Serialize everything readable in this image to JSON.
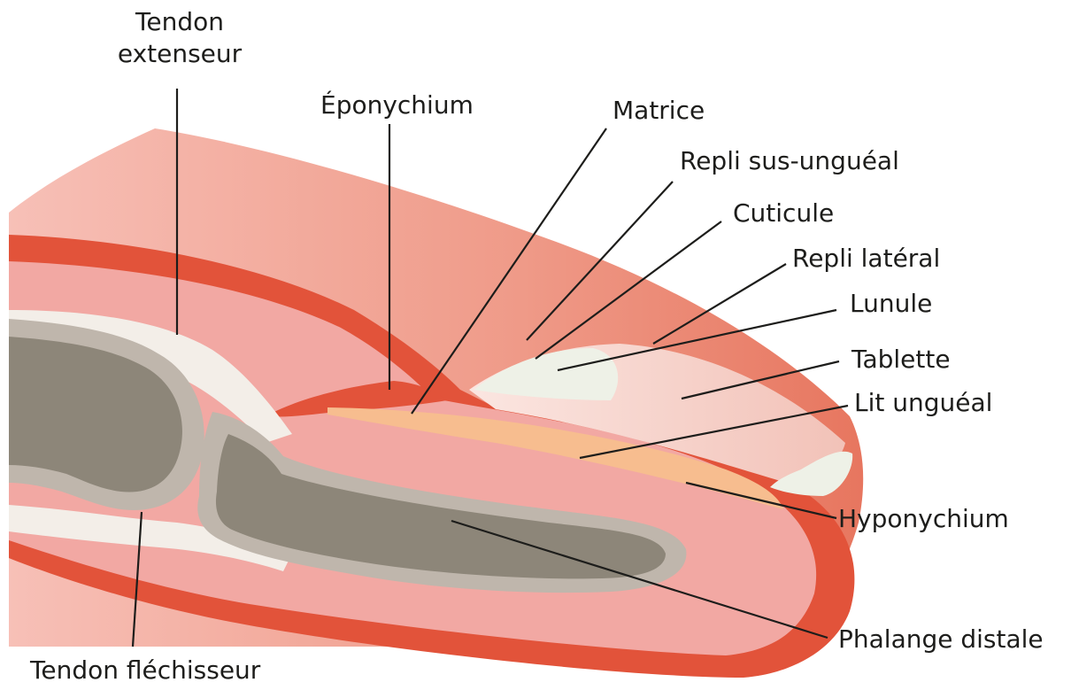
{
  "labels": {
    "tendon_extenseur_1": "Tendon",
    "tendon_extenseur_2": "extenseur",
    "eponychium": "Éponychium",
    "matrice": "Matrice",
    "repli_sus_ungueal": "Repli sus-unguéal",
    "cuticule": "Cuticule",
    "repli_lateral": "Repli latéral",
    "lunule": "Lunule",
    "tablette": "Tablette",
    "lit_ungueal": "Lit unguéal",
    "hyponychium": "Hyponychium",
    "phalange_distale": "Phalange distale",
    "tendon_flechisseur": "Tendon fléchisseur"
  },
  "colors": {
    "skin_light": "#f5b5ac",
    "skin_mid": "#ec8a77",
    "skin_dark": "#e2533a",
    "tissue_pink": "#f2a8a3",
    "bone_dark": "#8d8679",
    "bone_light": "#bfb6ac",
    "tendon_white": "#f3eee8",
    "nail_plate": "#f8d9d3",
    "lunula": "#eef1e7",
    "nail_bed_band": "#f7bd8f",
    "leader_line": "#1d1d1b"
  }
}
